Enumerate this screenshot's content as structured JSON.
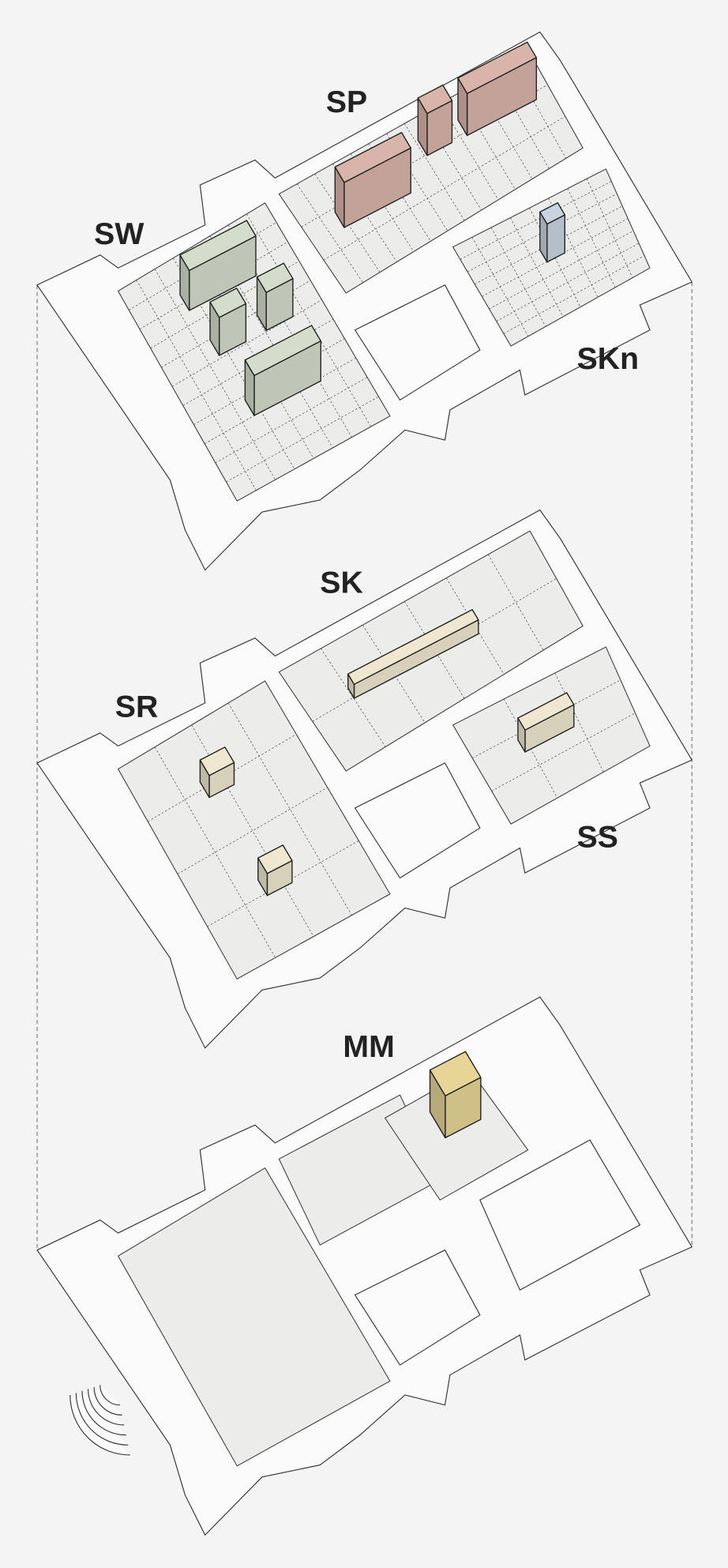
{
  "floors": [
    {
      "id": "top",
      "rooms": [
        {
          "label": "SP",
          "color": "#d9b4ab"
        },
        {
          "label": "SW",
          "color": "#d4dccb"
        },
        {
          "label": "SKn",
          "color": "#c9d4e0"
        }
      ]
    },
    {
      "id": "middle",
      "rooms": [
        {
          "label": "SK",
          "color": "#efe7cf"
        },
        {
          "label": "SR",
          "color": "#efe7cf"
        },
        {
          "label": "SS",
          "color": "#efe7cf"
        }
      ]
    },
    {
      "id": "bottom",
      "rooms": [
        {
          "label": "MM",
          "color": "#e6d596"
        }
      ]
    }
  ]
}
